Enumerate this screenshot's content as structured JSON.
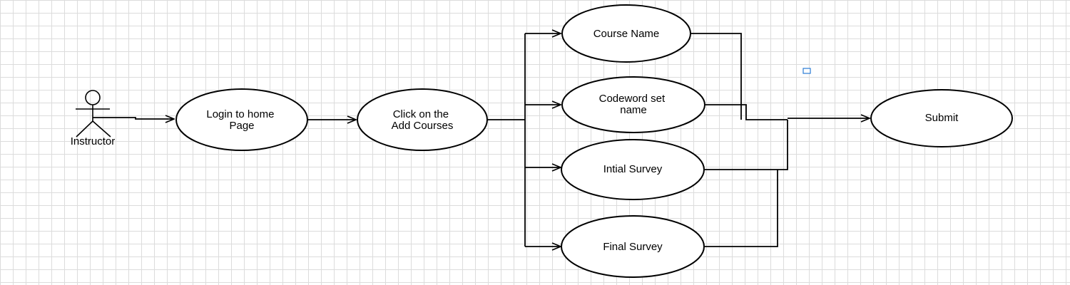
{
  "actor": {
    "label": "Instructor"
  },
  "nodes": {
    "login": {
      "lines": [
        "Login to home",
        "Page"
      ]
    },
    "add_courses": {
      "lines": [
        "Click on the",
        "Add Courses"
      ]
    },
    "course_name": {
      "lines": [
        "Course Name"
      ]
    },
    "codeword": {
      "lines": [
        "Codeword set",
        "name"
      ]
    },
    "initial_survey": {
      "lines": [
        "Intial Survey"
      ]
    },
    "final_survey": {
      "lines": [
        "Final Survey"
      ]
    },
    "submit": {
      "lines": [
        "Submit"
      ]
    }
  },
  "edges": [
    {
      "from": "actor",
      "to": "login",
      "arrow": true
    },
    {
      "from": "login",
      "to": "add_courses",
      "arrow": true
    },
    {
      "from": "add_courses",
      "to": "course_name",
      "arrow": true
    },
    {
      "from": "add_courses",
      "to": "codeword",
      "arrow": true
    },
    {
      "from": "add_courses",
      "to": "initial_survey",
      "arrow": true
    },
    {
      "from": "add_courses",
      "to": "final_survey",
      "arrow": true
    },
    {
      "from": "course_name",
      "to": "submit",
      "arrow": true
    },
    {
      "from": "codeword",
      "to": "submit",
      "arrow": true
    },
    {
      "from": "initial_survey",
      "to": "submit",
      "arrow": true
    },
    {
      "from": "final_survey",
      "to": "submit",
      "arrow": true
    }
  ]
}
